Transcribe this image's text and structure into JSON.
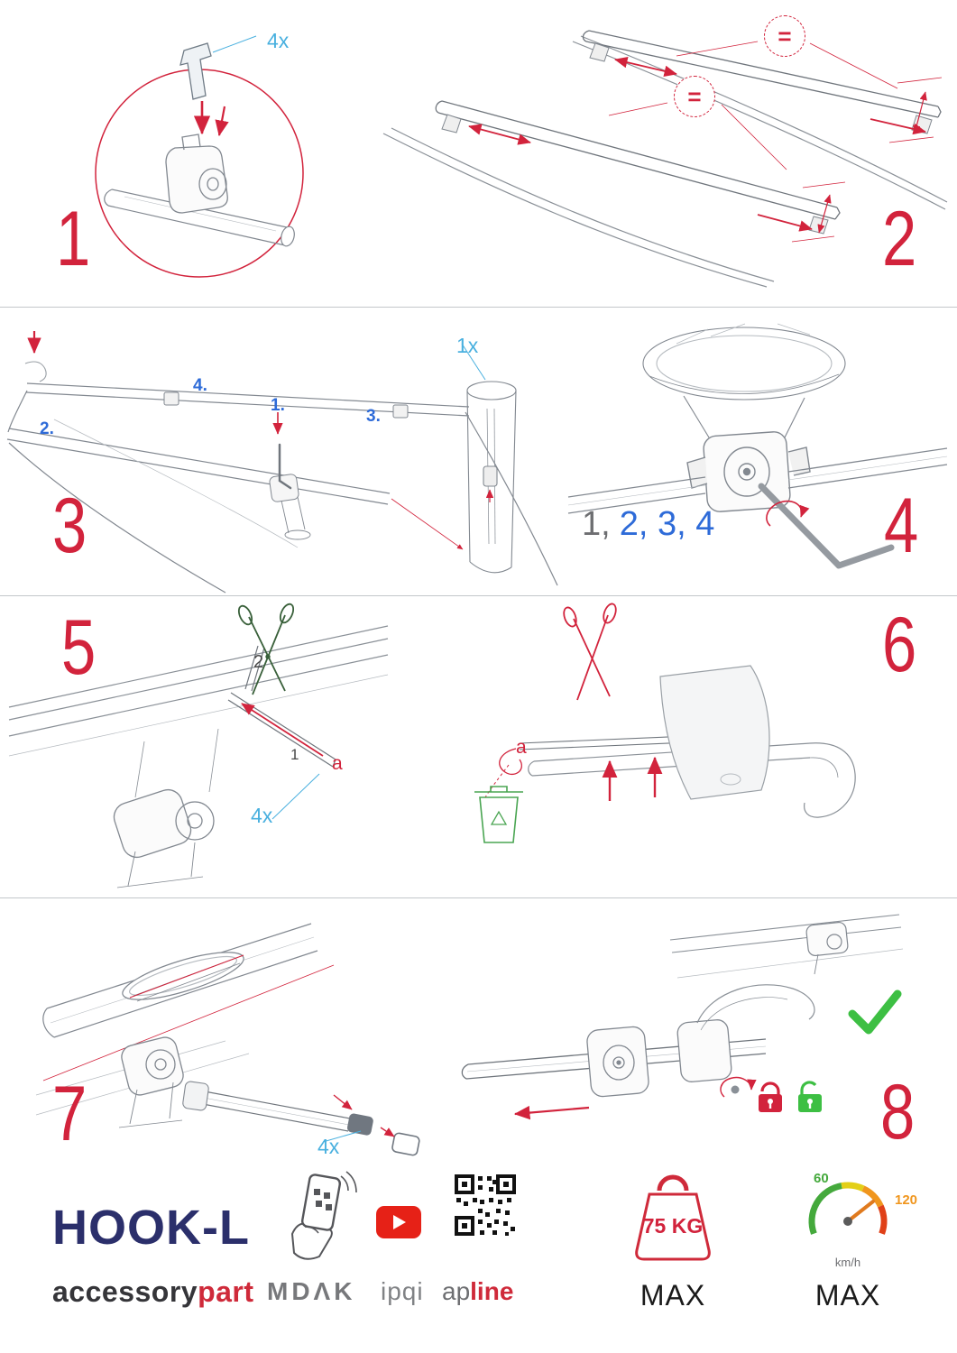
{
  "colors": {
    "red": "#d2233c",
    "light_blue": "#49b0df",
    "blue": "#2e6bd8",
    "green": "#3dbf43",
    "navy": "#2b2f6b",
    "gray": "#6d6e71"
  },
  "steps": {
    "s1": {
      "number": "1",
      "qty": "4x"
    },
    "s2": {
      "number": "2",
      "eq": "="
    },
    "s3": {
      "number": "3",
      "qty": "1x",
      "l1": "1.",
      "l2": "2.",
      "l3": "3.",
      "l4": "4."
    },
    "s4": {
      "number": "4",
      "seq_gray": "1,",
      "seq_blue": "2, 3, 4"
    },
    "s5": {
      "number": "5",
      "cut": "2",
      "insert": "1",
      "a": "a",
      "qty": "4x"
    },
    "s6": {
      "number": "6",
      "a": "a"
    },
    "s7": {
      "number": "7",
      "qty": "4x"
    },
    "s8": {
      "number": "8"
    }
  },
  "footer": {
    "product": "HOOK-L",
    "brand1_dark": "accessory",
    "brand1_red": "part",
    "brand2": "MDΛK",
    "brand3": "ipqi",
    "brand4_gray": "ap",
    "brand4_red": "line",
    "weight_value": "75 KG",
    "weight_max": "MAX",
    "speed_low": "60",
    "speed_high": "120",
    "speed_unit": "km/h",
    "speed_max": "MAX"
  },
  "icons": [
    "magnifier-circle",
    "equal-badge",
    "allen-key",
    "scissors-green",
    "scissors-red",
    "trash-recycle-icon",
    "check-icon",
    "lock-closed-icon",
    "lock-open-icon",
    "phone-qr-scan-icon",
    "youtube-icon",
    "qr-code-icon",
    "weight-icon",
    "speedometer-icon"
  ]
}
